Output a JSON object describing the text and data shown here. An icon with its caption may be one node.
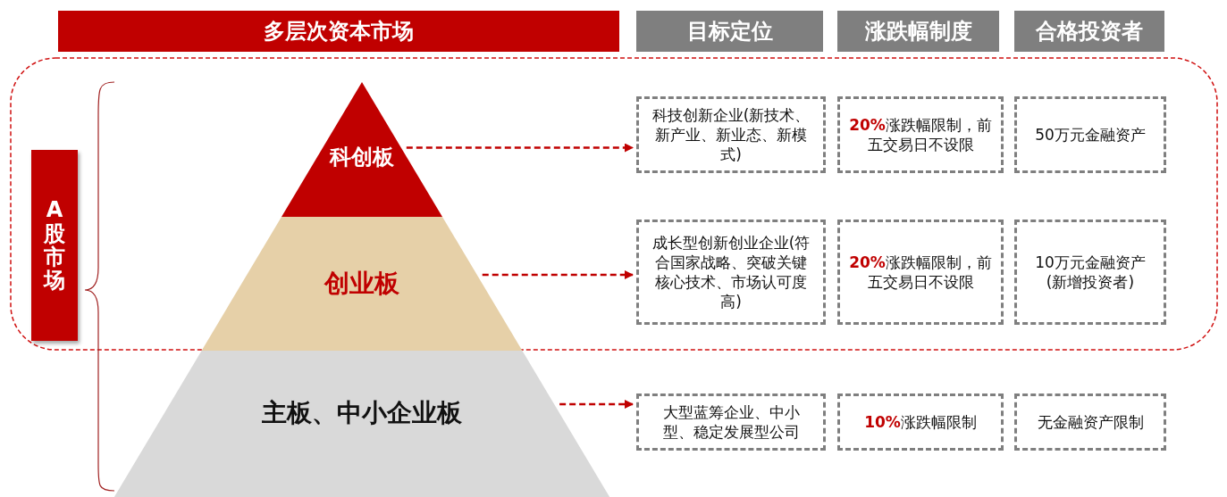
{
  "diagram": {
    "nodes": [
      {
        "text": [
          "多层次资本市场"
        ]
      },
      {
        "text": [
          "目标定位"
        ]
      },
      {
        "text": [
          "涨跌幅制度"
        ]
      },
      {
        "text": [
          "合格投资者"
        ]
      },
      {
        "text": [
          "A股市场"
        ]
      },
      {
        "text": [
          "科创板"
        ]
      },
      {
        "text": [
          "创业板"
        ]
      },
      {
        "text": [
          "主板、中小企业板"
        ]
      },
      {
        "text": [
          "科技创新企业(新技术、新产业、新业态、新模式)"
        ]
      },
      {
        "text": [
          "**20%**涨跌幅限制，前五交易日不设限"
        ]
      },
      {
        "text": [
          "50万元金融资产"
        ]
      },
      {
        "text": [
          "成长型创新创业企业(符合国家战略、突破关键核心技术、市场认可度高)"
        ]
      },
      {
        "text": [
          "**20%**涨跌幅限制，前五交易日不设限"
        ]
      },
      {
        "text": [
          "10万元金融资产(新增投资者)"
        ]
      },
      {
        "text": [
          "大型蓝筹企业、中小型、稳定发展型公司"
        ]
      },
      {
        "text": [
          "**10%**涨跌幅限制"
        ]
      },
      {
        "text": [
          "无金融资产限制"
        ]
      }
    ],
    "edges": [
      {
        "from": 5,
        "to": 8,
        "arrow": "to",
        "style": "dashed"
      },
      {
        "from": 6,
        "to": 11,
        "arrow": "to",
        "style": "dashed"
      },
      {
        "from": 7,
        "to": 14,
        "arrow": "to",
        "style": "dashed"
      }
    ]
  }
}
